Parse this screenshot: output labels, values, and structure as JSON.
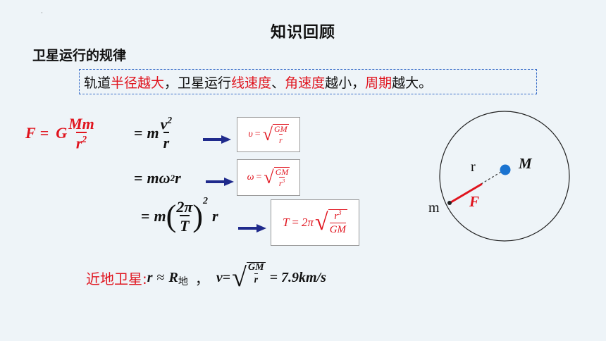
{
  "header": {
    "title": "知识回顾",
    "dot": "·"
  },
  "section": {
    "subtitle": "卫星运行的规律"
  },
  "rule": {
    "p1": "轨道",
    "p2": "半径越大",
    "p3": "，卫星运行",
    "p4": "线速度",
    "p5": "、",
    "p6": "角速度",
    "p7": "越小，",
    "p8": "周期",
    "p9": "越大。"
  },
  "formula": {
    "lhs_F": "F",
    "eq": "=",
    "G": "G",
    "Mm": "Mm",
    "r": "r",
    "two": "2",
    "m": "m",
    "v": "v",
    "omega": "ω",
    "pi": "π",
    "T": "T",
    "v_result": {
      "var": "υ",
      "num": "GM",
      "den": "r"
    },
    "omega_result": {
      "var": "ω",
      "num": "GM",
      "den": "r",
      "exp": "3"
    },
    "T_result": {
      "lhs": "T",
      "coef": "2π",
      "num": "r",
      "exp": "3",
      "den": "GM"
    }
  },
  "near_earth": {
    "label": "近地卫星:",
    "r": "r",
    "approx": "≈",
    "R": "R",
    "sub": "地",
    "comma": "，",
    "v": "v",
    "eq": "=",
    "num": "GM",
    "den": "r",
    "result": "= 7.9km/s"
  },
  "diagram": {
    "r_label": "r",
    "M_label": "M",
    "m_label": "m",
    "F_label": "F"
  },
  "colors": {
    "accent_red": "#e0141e",
    "arrow_blue": "#1f2a8c",
    "dashed_blue": "#3b6fc9",
    "center_blue": "#1a73d0"
  }
}
